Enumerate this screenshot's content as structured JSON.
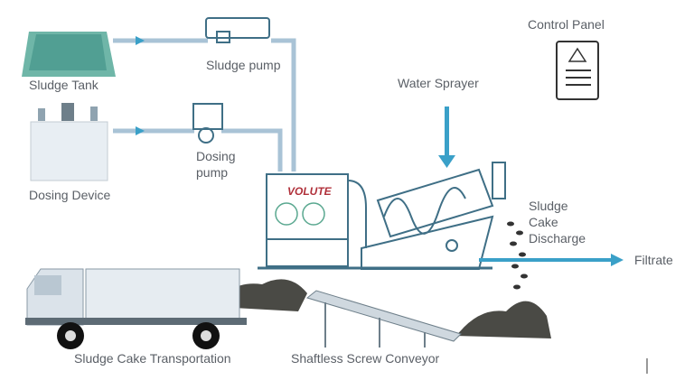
{
  "labels": {
    "control_panel": "Control Panel",
    "sludge_pump": "Sludge pump",
    "sludge_tank": "Sludge Tank",
    "water_sprayer": "Water Sprayer",
    "dosing_pump_1": "Dosing",
    "dosing_pump_2": "pump",
    "dosing_device": "Dosing Device",
    "discharge_1": "Sludge",
    "discharge_2": "Cake",
    "discharge_3": "Discharge",
    "filtrate": "Filtrate",
    "truck": "Sludge Cake Transportation",
    "conveyor": "Shaftless Screw Conveyor"
  },
  "logo": "VOLUTE",
  "colors": {
    "accent": "#3aa0c8",
    "line": "#3f6f86",
    "logo": "#b0303a"
  }
}
